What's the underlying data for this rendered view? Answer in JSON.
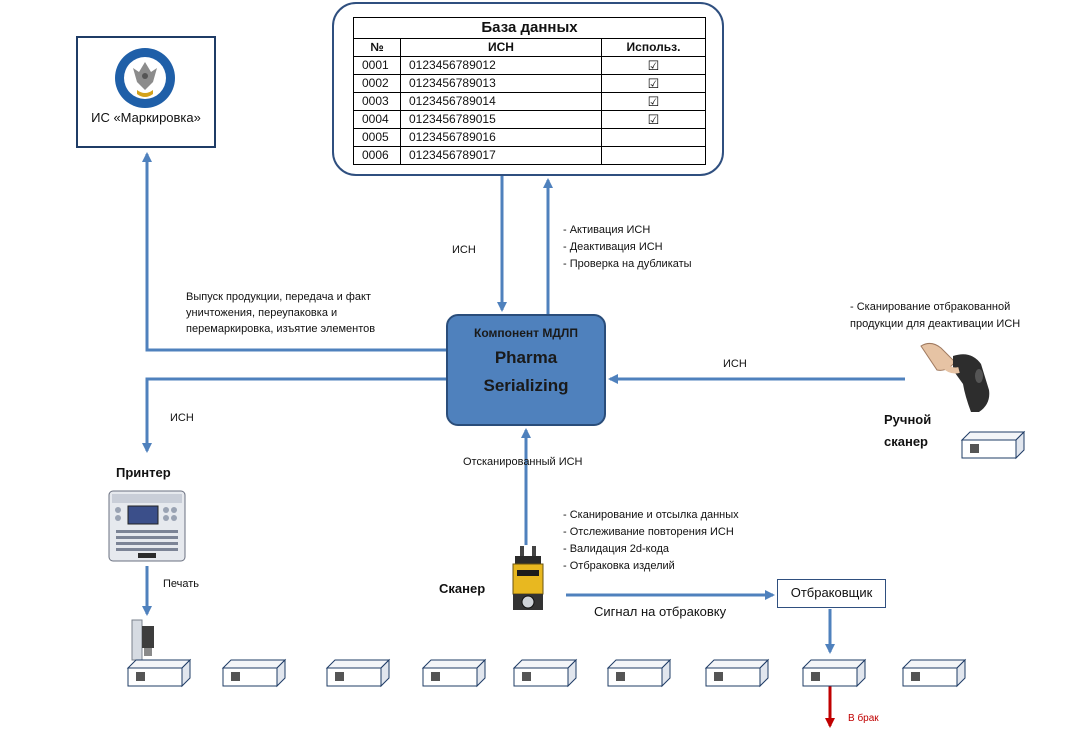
{
  "is_box": {
    "label": "ИС «Маркировка»",
    "emblem_icon": "federal-tax-service-emblem"
  },
  "database": {
    "title": "База данных",
    "columns": [
      "№",
      "ИСН",
      "Использ."
    ],
    "rows": [
      {
        "num": "0001",
        "code": "0123456789012",
        "used": "☑"
      },
      {
        "num": "0002",
        "code": "0123456789013",
        "used": "☑"
      },
      {
        "num": "0003",
        "code": "0123456789014",
        "used": "☑"
      },
      {
        "num": "0004",
        "code": "0123456789015",
        "used": "☑"
      },
      {
        "num": "0005",
        "code": "0123456789016",
        "used": ""
      },
      {
        "num": "0006",
        "code": "0123456789017",
        "used": ""
      }
    ]
  },
  "component": {
    "subtitle": "Компонент МДЛП",
    "title_line1": "Pharma",
    "title_line2": "Serializing"
  },
  "labels": {
    "db_down": "ИСН",
    "db_up": [
      "- Активация ИСН",
      "- Деактивация ИСН",
      "- Проверка на дубликаты"
    ],
    "to_is": [
      "Выпуск продукции, передача и факт",
      "уничтожения, переупаковка и",
      "перемаркировка, изъятие элементов"
    ],
    "to_printer": "ИСН",
    "from_hand_scanner": "ИСН",
    "hand_scanner_note": [
      "- Сканирование отбракованной",
      "продукции для деактивации ИСН"
    ],
    "scanned": "Отсканированный ИСН",
    "scanner_functions": [
      "- Сканирование и отсылка данных",
      "- Отслеживание повторения ИСН",
      "- Валидация 2d-кода",
      "- Отбраковка изделий"
    ],
    "reject_signal": "Сигнал на отбраковку",
    "print": "Печать",
    "to_reject": "В брак"
  },
  "devices": {
    "printer": "Принтер",
    "scanner": "Сканер",
    "hand_scanner": [
      "Ручной",
      "сканер"
    ],
    "rejector": "Отбраковщик"
  },
  "colors": {
    "arrow": "#4f81bd",
    "component_fill": "#4f81bd",
    "reject_arrow": "#c00000"
  }
}
